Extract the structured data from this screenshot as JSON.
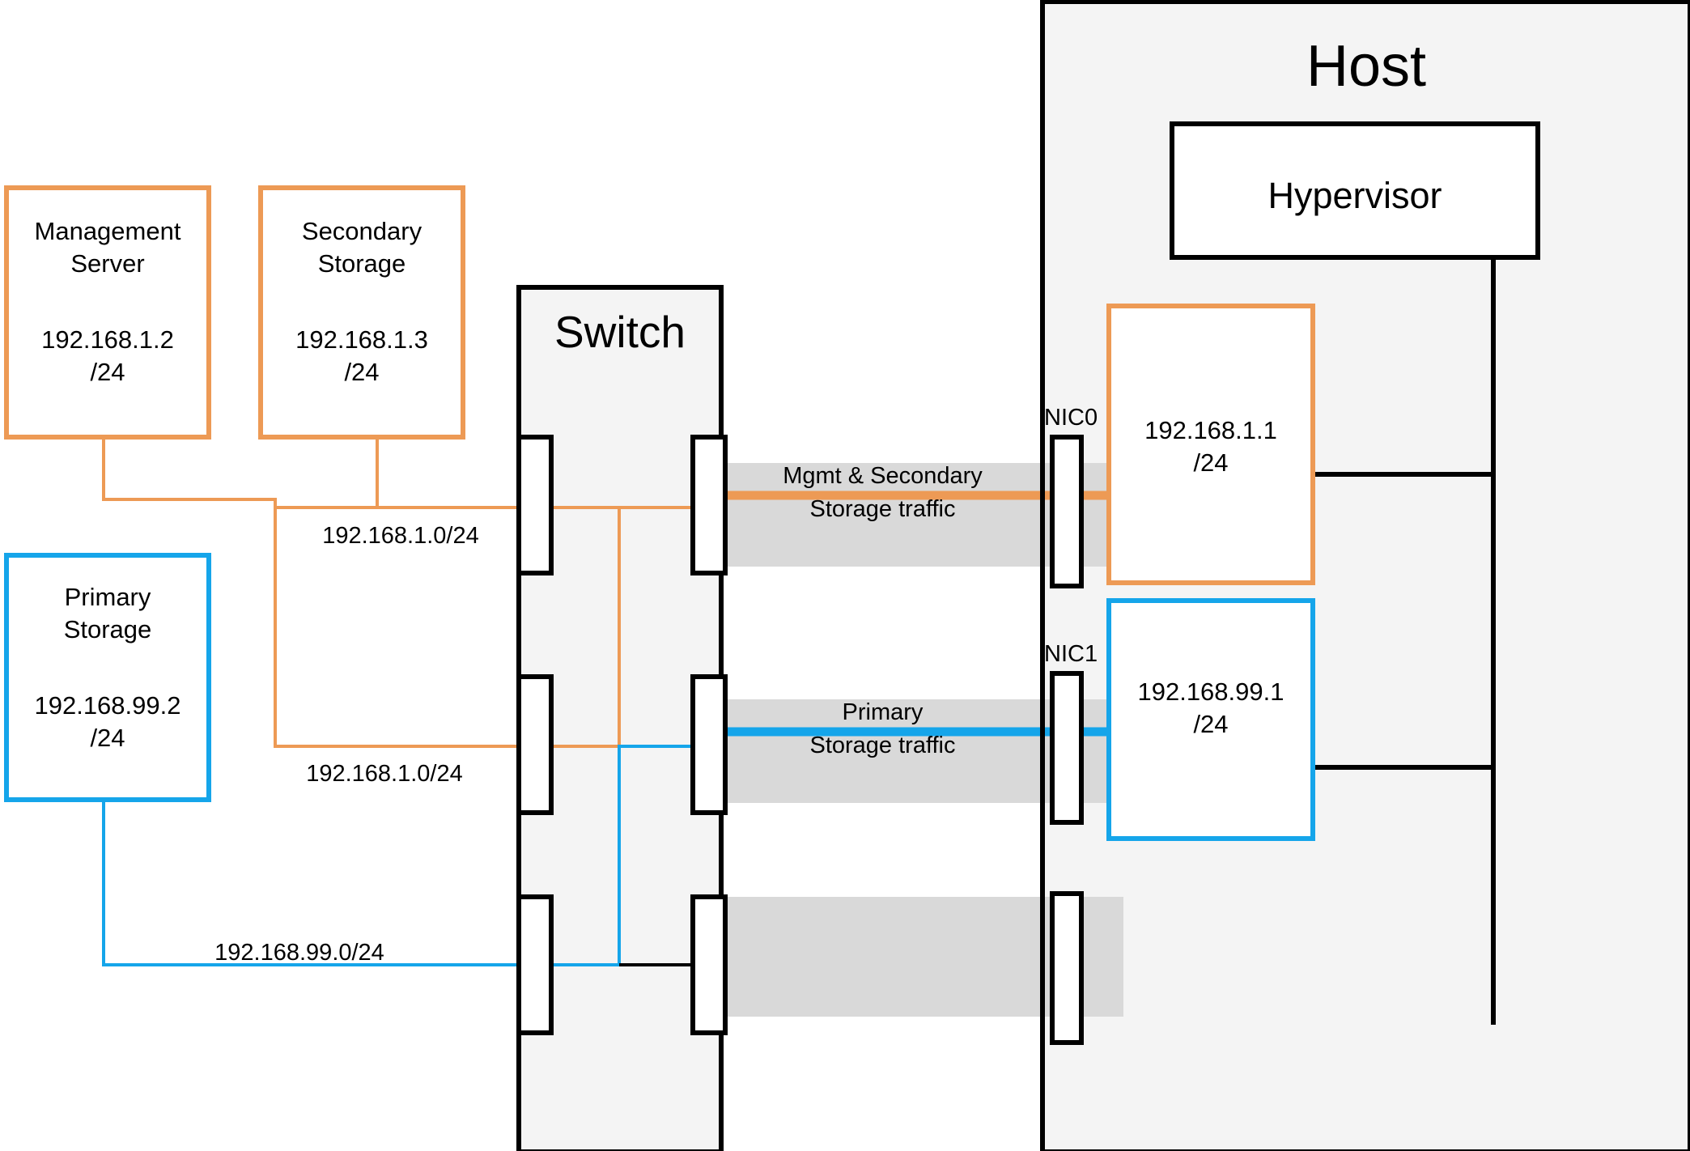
{
  "diagram": {
    "title": "CloudStack basic network topology with management, secondary and primary storage traffic",
    "colors": {
      "orange": "#ED9A55",
      "blue": "#15A5EA",
      "black": "#000000",
      "band_gray": "#D9D9D9",
      "panel_gray": "#F2F2F2",
      "white": "#FFFFFF"
    }
  },
  "nodes": {
    "management_server": {
      "name": "Management\nServer",
      "ip": "192.168.1.2\n/24",
      "border_color": "#ED9A55"
    },
    "secondary_storage": {
      "name": "Secondary\nStorage",
      "ip": "192.168.1.3\n/24",
      "border_color": "#ED9A55"
    },
    "primary_storage": {
      "name": "Primary\nStorage",
      "ip": "192.168.99.2\n/24",
      "border_color": "#15A5EA"
    },
    "switch": {
      "name": "Switch",
      "ports_left": [
        "port-l1",
        "port-l2",
        "port-l3"
      ],
      "ports_right": [
        "port-r1",
        "port-r2",
        "port-r3"
      ]
    },
    "host": {
      "name": "Host",
      "hypervisor": "Hypervisor",
      "nic0": {
        "label": "NIC0",
        "ip": "192.168.1.1\n/24",
        "border_color": "#ED9A55"
      },
      "nic1": {
        "label": "NIC1",
        "ip": "192.168.99.1\n/24",
        "border_color": "#15A5EA"
      }
    }
  },
  "link_labels": {
    "mgmt_subnet_top": "192.168.1.0/24",
    "mgmt_subnet_bottom": "192.168.1.0/24",
    "primary_subnet": "192.168.99.0/24"
  },
  "traffic_bands": [
    {
      "id": "mgmt-secondary-traffic",
      "line1": "Mgmt & Secondary",
      "line2": "Storage traffic",
      "color": "#ED9A55"
    },
    {
      "id": "primary-storage-traffic",
      "line1": "Primary",
      "line2": "Storage traffic",
      "color": "#15A5EA"
    }
  ]
}
